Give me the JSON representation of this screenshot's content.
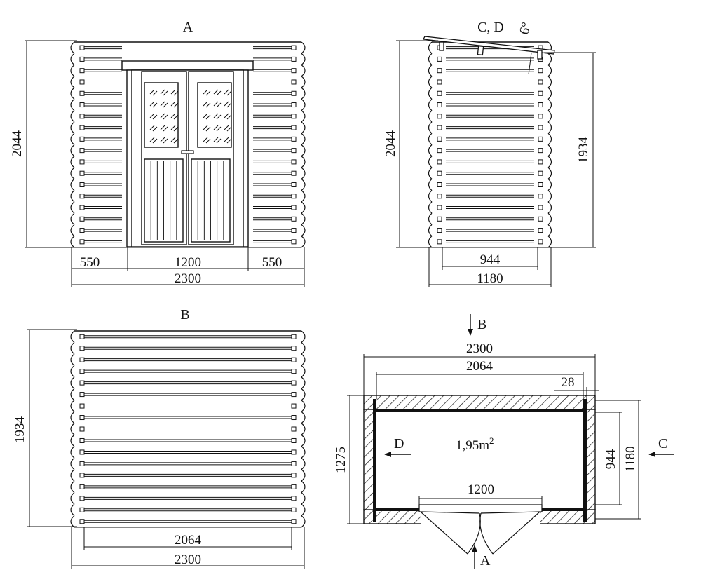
{
  "views": {
    "a": {
      "title": "A",
      "height_dim": "2044",
      "seg_left": "550",
      "seg_door": "1200",
      "seg_right": "550",
      "total_width": "2300"
    },
    "cd": {
      "title": "C, D",
      "angle": "6°",
      "height_front": "2044",
      "height_back": "1934",
      "inner_width": "944",
      "outer_width": "1180"
    },
    "b": {
      "title": "B",
      "height_dim": "1934",
      "inner_width": "2064",
      "total_width": "2300"
    },
    "plan": {
      "arrow_b": "B",
      "arrow_c": "C",
      "arrow_d": "D",
      "arrow_a": "A",
      "total_width": "2300",
      "inner_width": "2064",
      "wall_thickness": "28",
      "depth_outer_left": "1275",
      "depth_inner": "944",
      "depth_outer": "1180",
      "door_width": "1200",
      "area_value": "1,95m",
      "area_exp": "2"
    }
  },
  "colors": {
    "line": "#111111",
    "paper": "#ffffff"
  }
}
